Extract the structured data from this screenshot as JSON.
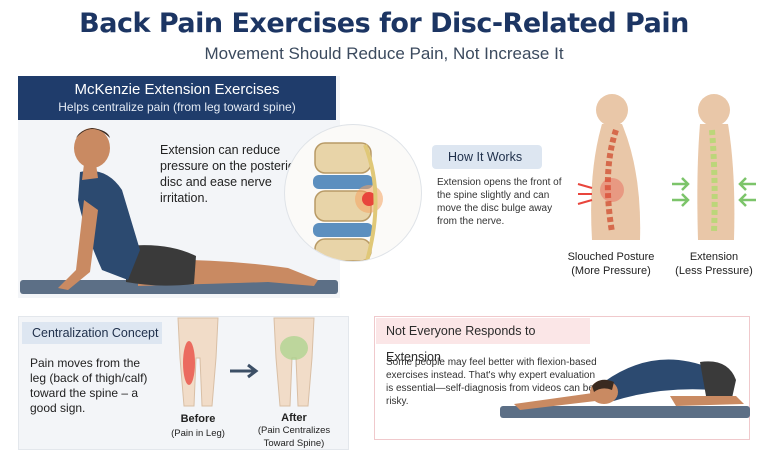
{
  "header": {
    "title": "Back Pain Exercises for Disc-Related Pain",
    "subtitle": "Movement Should Reduce Pain, Not Increase It"
  },
  "mckenzie": {
    "title": "McKenzie Extension Exercises",
    "subtitle": "Helps centralize pain (from leg toward spine)",
    "description": "Extension can reduce pressure on the posterior disc and ease nerve irritation."
  },
  "how_it_works": {
    "label": "How It Works",
    "text": "Extension opens the front of the spine slightly and can move the disc bulge away from the nerve."
  },
  "postures": {
    "slouched": {
      "line1": "Slouched Posture",
      "line2": "(More Pressure)"
    },
    "extension": {
      "line1": "Extension",
      "line2": "(Less Pressure)"
    }
  },
  "centralization": {
    "label": "Centralization Concept",
    "text": "Pain moves from the leg (back of thigh/calf) toward the spine – a good sign.",
    "before": {
      "line1": "Before",
      "line2": "(Pain in Leg)"
    },
    "after": {
      "line1": "After",
      "line2": "(Pain Centralizes",
      "line3": "Toward Spine)"
    }
  },
  "flexion": {
    "label": "Not Everyone Responds to Extension",
    "text": "Some people may feel better with flexion-based exercises instead. That's why expert evaluation is essential—self-diagnosis from videos can be risky."
  },
  "colors": {
    "navy": "#1f3c6b",
    "pain_red": "#e8453c",
    "relief_green": "#7cc46a",
    "pill_blue": "#dde6f1",
    "pill_pink": "#fbe6e7"
  }
}
